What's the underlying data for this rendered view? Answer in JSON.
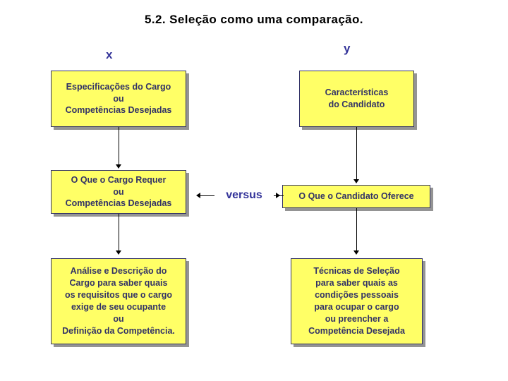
{
  "title": "5.2. Seleção como uma comparação.",
  "axes": {
    "x_label": "x",
    "y_label": "y"
  },
  "center": {
    "versus_label": "versus"
  },
  "boxes": {
    "spec": "Especificações do Cargo\nou\nCompetências Desejadas",
    "caracteristicas": "Características\ndo Candidato",
    "requer": "O Que o Cargo Requer\nou\nCompetências Desejadas",
    "oferece": "O Que o Candidato Oferece",
    "analise": "Análise e Descrição do\nCargo para saber quais\nos requisitos que o cargo\nexige de seu ocupante\nou\nDefinição da Competência.",
    "tecnicas": "Técnicas de Seleção\npara saber quais as\ncondições pessoais\npara ocupar o cargo\nou preencher a\nCompetência Desejada"
  },
  "colors": {
    "box_fill": "#ffff66",
    "box_text": "#333366",
    "accent": "#333399",
    "background": "#ffffff"
  }
}
